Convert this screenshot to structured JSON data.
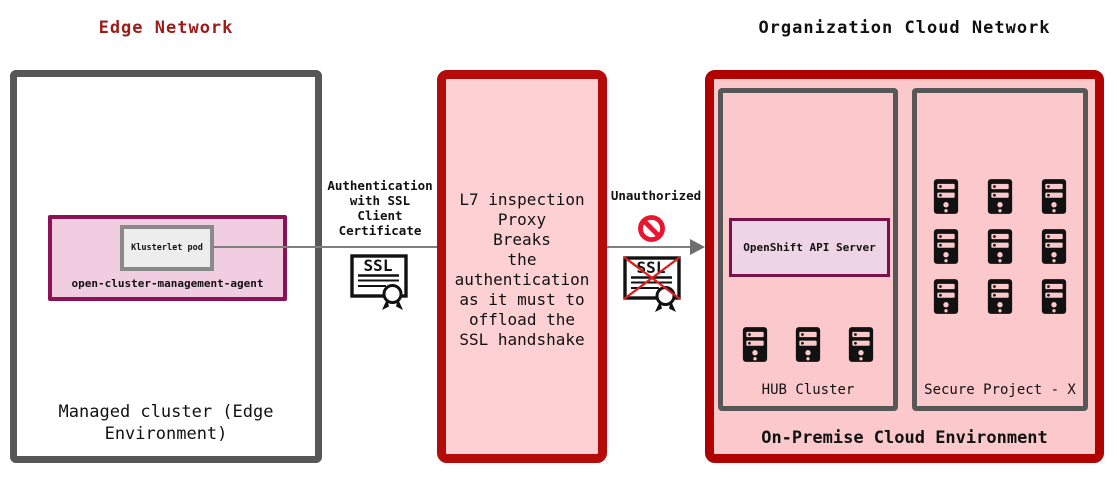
{
  "titles": {
    "edge": "Edge Network",
    "cloud": "Organization Cloud Network"
  },
  "colors": {
    "edge_title": "#9e1b1b",
    "edge_border": "#575757",
    "proxy_border": "#b50b0b",
    "proxy_fill": "#fdd0d3",
    "cloud_border": "#b00000",
    "cloud_fill": "#fbc8cc",
    "agent_border": "#8c1255",
    "agent_fill": "#f1cde1",
    "openshift_border": "#7a104e",
    "openshift_fill": "#eed5e6",
    "klusterlet_fill": "#ededed",
    "inner_box_border": "#575757",
    "prohibition_red": "#e8152f",
    "cross_red": "#e21b1b",
    "connector_gray": "#7f7f7f"
  },
  "edge": {
    "klusterlet_label": "Klusterlet pod",
    "agent_label": "open-cluster-management-agent",
    "caption": "Managed cluster (Edge\nEnvironment)"
  },
  "middle": {
    "auth_label": "Authentication\nwith SSL\nClient\nCertificate",
    "ssl_badge_text": "SSL",
    "unauthorized_label": "Unauthorized"
  },
  "proxy": {
    "text": "L7 inspection\nProxy\nBreaks\nthe\nauthentication\nas it must to\noffload the\nSSL handshake"
  },
  "cloud": {
    "openshift_label": "OpenShift API Server",
    "hub": {
      "label": "HUB Cluster",
      "server_count": 3
    },
    "secure": {
      "label": "Secure Project - X",
      "server_count": 9
    },
    "caption": "On-Premise Cloud Environment"
  }
}
